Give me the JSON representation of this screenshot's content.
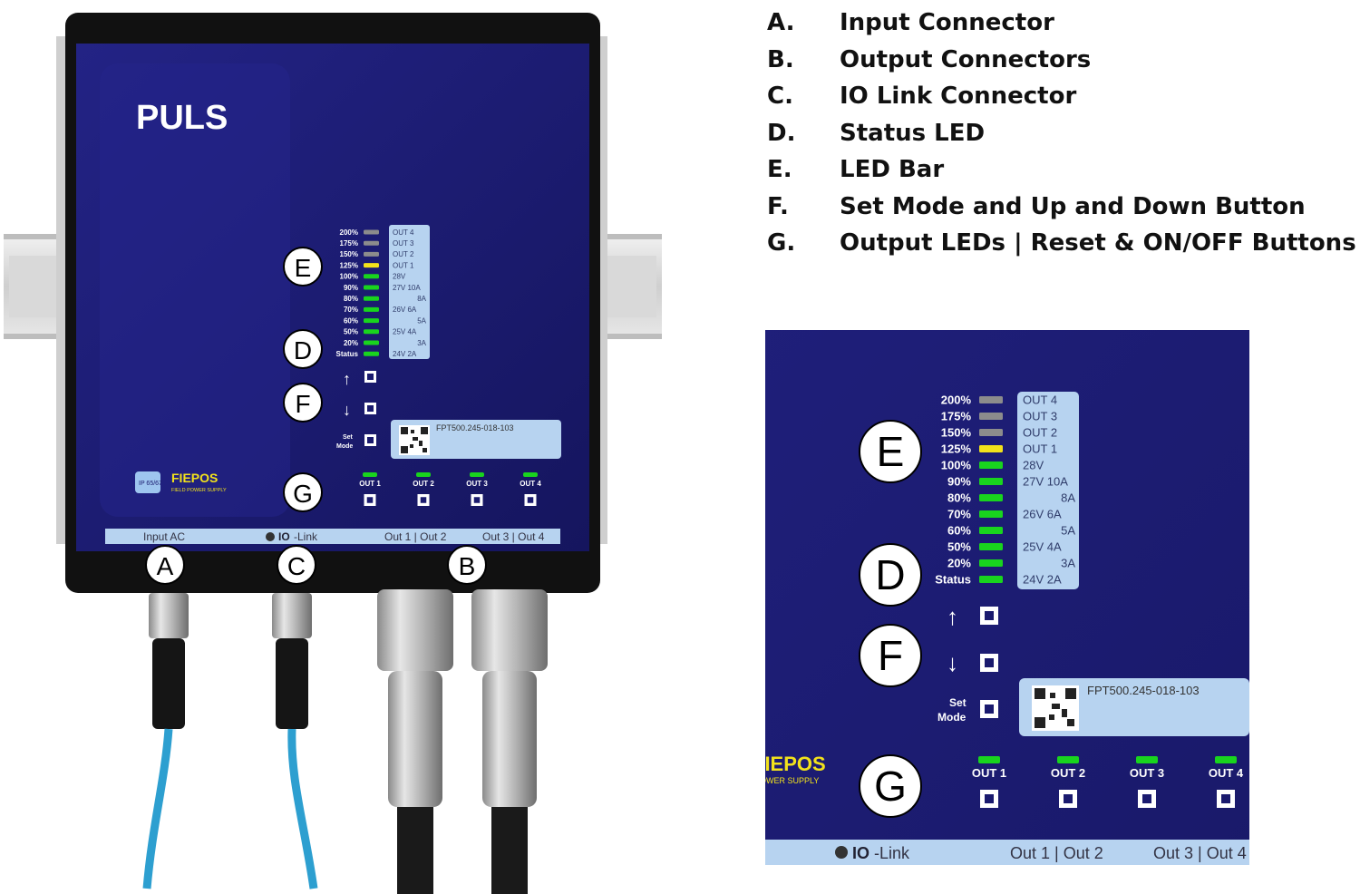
{
  "legend": [
    {
      "letter": "A.",
      "text": "Input Connector"
    },
    {
      "letter": "B.",
      "text": "Output Connectors"
    },
    {
      "letter": "C.",
      "text": "IO Link Connector"
    },
    {
      "letter": "D.",
      "text": "Status LED"
    },
    {
      "letter": "E.",
      "text": "LED Bar"
    },
    {
      "letter": "F.",
      "text": "Set Mode and Up and Down Button"
    },
    {
      "letter": "G.",
      "text": "Output LEDs | Reset & ON/OFF Buttons"
    }
  ],
  "device": {
    "brand": "PULS",
    "ip_rating": "IP 65/67",
    "product_line": "FIEPOS",
    "product_sub": "FIELD POWER SUPPLY",
    "model": "FPT500.245-018-103",
    "callouts": {
      "a": "A",
      "b": "B",
      "c": "C",
      "d": "D",
      "e": "E",
      "f": "F",
      "g": "G"
    },
    "led_percent_labels": [
      "200%",
      "175%",
      "150%",
      "125%",
      "100%",
      "90%",
      "80%",
      "70%",
      "60%",
      "50%",
      "20%",
      "Status"
    ],
    "led_colors": [
      "#8c8c8c",
      "#8c8c8c",
      "#8c8c8c",
      "#f2e21b",
      "#19d41e",
      "#19d41e",
      "#19d41e",
      "#19d41e",
      "#19d41e",
      "#19d41e",
      "#19d41e",
      "#19d41e"
    ],
    "led_right_labels": [
      "OUT 4",
      "OUT 3",
      "OUT 2",
      "OUT 1",
      "28V",
      "27V 10A",
      "8A",
      "26V  6A",
      "5A",
      "25V  4A",
      "3A",
      "24V  2A"
    ],
    "up_arrow": "↑",
    "down_arrow": "↓",
    "set_mode": [
      "Set",
      "Mode"
    ],
    "outputs": [
      "OUT 1",
      "OUT 2",
      "OUT 3",
      "OUT 4"
    ],
    "bottom_labels": {
      "input": "Input AC",
      "io_link_bold": "IO",
      "io_link_rest": "-Link",
      "out12": "Out 1 | Out 2",
      "out34": "Out 3 | Out 4"
    }
  },
  "colors": {
    "panel": "#1a1a6e",
    "label_blue": "#b7d3f0",
    "led_green": "#19d41e",
    "led_yellow": "#f2e21b",
    "cable": "#2d9fd0"
  }
}
